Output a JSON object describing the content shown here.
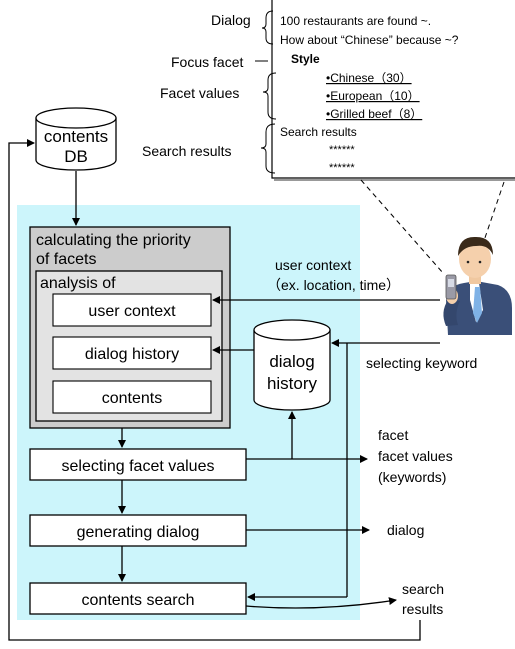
{
  "dialog_panel": {
    "label_dialog": "Dialog",
    "label_focus_facet": "Focus facet",
    "label_facet_values": "Facet values",
    "label_search_results": "Search results",
    "dialog_line_1": "100 restaurants are found ~.",
    "dialog_line_2": "How about “Chinese” because ~?",
    "facet_title": "Style",
    "facet_values": [
      "•Chinese（30）",
      "•European（10）",
      "•Grilled beef（8）"
    ],
    "results_title": "Search results",
    "results_items": [
      "******",
      "******"
    ]
  },
  "flow": {
    "db_line_1": "contents",
    "db_line_2": "DB",
    "priority_line_1": "calculating the priority",
    "priority_line_2": "of facets",
    "analysis_title": "analysis of",
    "analysis_items": [
      "user context",
      "dialog history",
      "contents"
    ],
    "history_line_1": "dialog",
    "history_line_2": "history",
    "step_select": "selecting facet values",
    "step_generate": "generating dialog",
    "step_search": "contents search"
  },
  "io": {
    "user_context_line_1": "user context",
    "user_context_line_2": "（ex. location, time）",
    "selecting_keyword": "selecting keyword",
    "out_facet_1": "facet",
    "out_facet_2": "facet values",
    "out_facet_3": "(keywords)",
    "out_dialog": "dialog",
    "out_search_1": "search",
    "out_search_2": "results"
  },
  "colors": {
    "highlight_area": "#ccf5fb",
    "priority_box": "#cccccc",
    "analysis_box": "#e3e3e3",
    "box_fill": "#ffffff",
    "person_suit": "#3a4f78",
    "person_shirt": "#7fb2e6",
    "phone": "#9a9aa6"
  },
  "icons": [
    "database-cylinder-icon",
    "user-with-phone-icon"
  ]
}
